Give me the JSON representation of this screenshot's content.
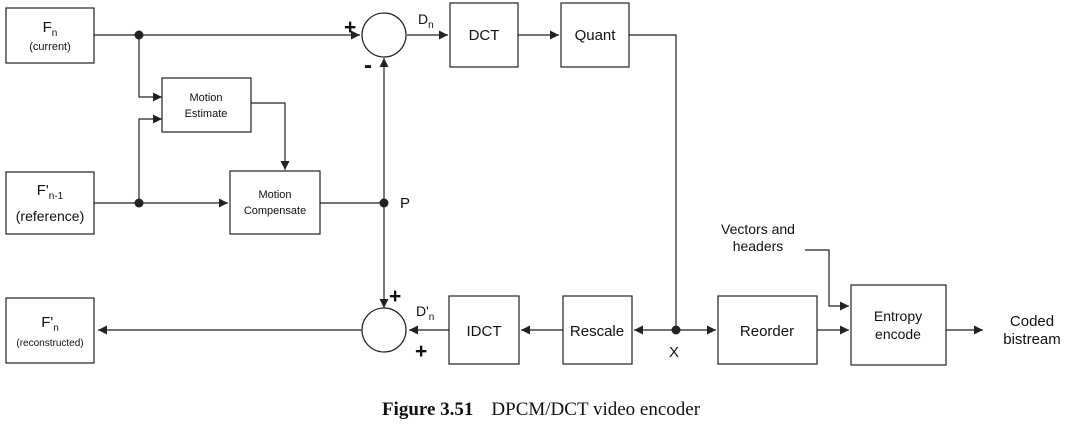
{
  "diagram": {
    "fn": {
      "main": "F",
      "sub": "n",
      "note": "(current)"
    },
    "fref": {
      "main": "F'",
      "sub": "n-1",
      "note": "(reference)"
    },
    "frec": {
      "main": "F'",
      "sub": "n",
      "note": "(reconstructed)"
    },
    "me": {
      "line1": "Motion",
      "line2": "Estimate"
    },
    "mc": {
      "line1": "Motion",
      "line2": "Compensate"
    },
    "dct": "DCT",
    "quant": "Quant",
    "idct": "IDCT",
    "rescale": "Rescale",
    "reorder": "Reorder",
    "entropy": {
      "line1": "Entropy",
      "line2": "encode"
    },
    "dn": {
      "main": "D",
      "sub": "n"
    },
    "dprime": {
      "main": "D'",
      "sub": "n"
    },
    "p_label": "P",
    "x_label": "X",
    "plus": "+",
    "minus": "-",
    "vectors": {
      "line1": "Vectors and",
      "line2": "headers"
    },
    "coded": {
      "line1": "Coded",
      "line2": "bistream"
    }
  },
  "caption": {
    "number": "Figure 3.51",
    "text": "DPCM/DCT video encoder"
  }
}
